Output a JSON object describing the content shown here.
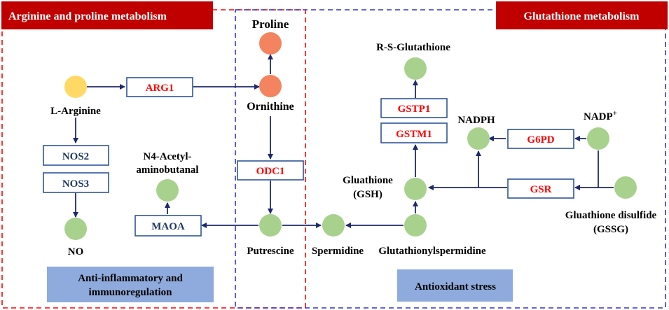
{
  "headers": {
    "left": "Arginine and proline metabolism",
    "right": "Glutathione metabolism"
  },
  "colors": {
    "header_red": "#c00000",
    "enzyme_red": "#ff0000",
    "enzyme_blue": "#1f3864",
    "node_yellow": "#ffd966",
    "node_orange": "#f4845f",
    "node_green": "#a9d18e",
    "info_blue": "#8faadc",
    "frame_red": "#ff0000",
    "frame_blue": "#3333cc"
  },
  "nodes": {
    "l_arginine": "L-Arginine",
    "proline": "Proline",
    "ornithine": "Ornithine",
    "no": "NO",
    "n4_line1": "N4-Acetyl-",
    "n4_line2": "aminobutanal",
    "putrescine": "Putrescine",
    "spermidine": "Spermidine",
    "glutathionylspermidine": "Glutathionylspermidine",
    "gsh_line1": "Gluathione",
    "gsh_line2": "(GSH)",
    "r_s_glutathione": "R-S-Glutathione",
    "nadph": "NADPH",
    "nadp": "NADP",
    "nadp_sup": "+",
    "gssg_line1": "Gluathione disulfide",
    "gssg_line2": "(GSSG)"
  },
  "enzymes": {
    "arg1": "ARG1",
    "nos2": "NOS2",
    "nos3": "NOS3",
    "odc1": "ODC1",
    "maoa": "MAOA",
    "gstp1": "GSTP1",
    "gstm1": "GSTM1",
    "g6pd": "G6PD",
    "gsr": "GSR"
  },
  "info": {
    "left_line1": "Anti-inflammatory and",
    "left_line2": "immunoregulation",
    "right": "Antioxidant stress"
  }
}
